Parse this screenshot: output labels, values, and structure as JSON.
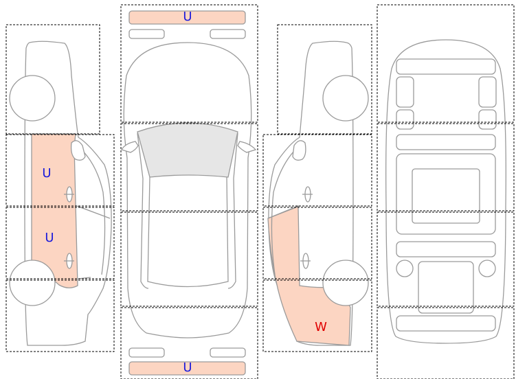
{
  "colors": {
    "damage_fill": "#fcd5c2",
    "outline": "#9a9a9a",
    "zone_border": "#000000",
    "code_default": "#1a1adb",
    "code_alert": "#e00000"
  },
  "damage_codes": [
    {
      "code": "U",
      "color": "#1a1adb"
    },
    {
      "code": "U",
      "color": "#1a1adb"
    },
    {
      "code": "U",
      "color": "#1a1adb"
    },
    {
      "code": "W",
      "color": "#e00000"
    },
    {
      "code": "U",
      "color": "#1a1adb"
    }
  ]
}
